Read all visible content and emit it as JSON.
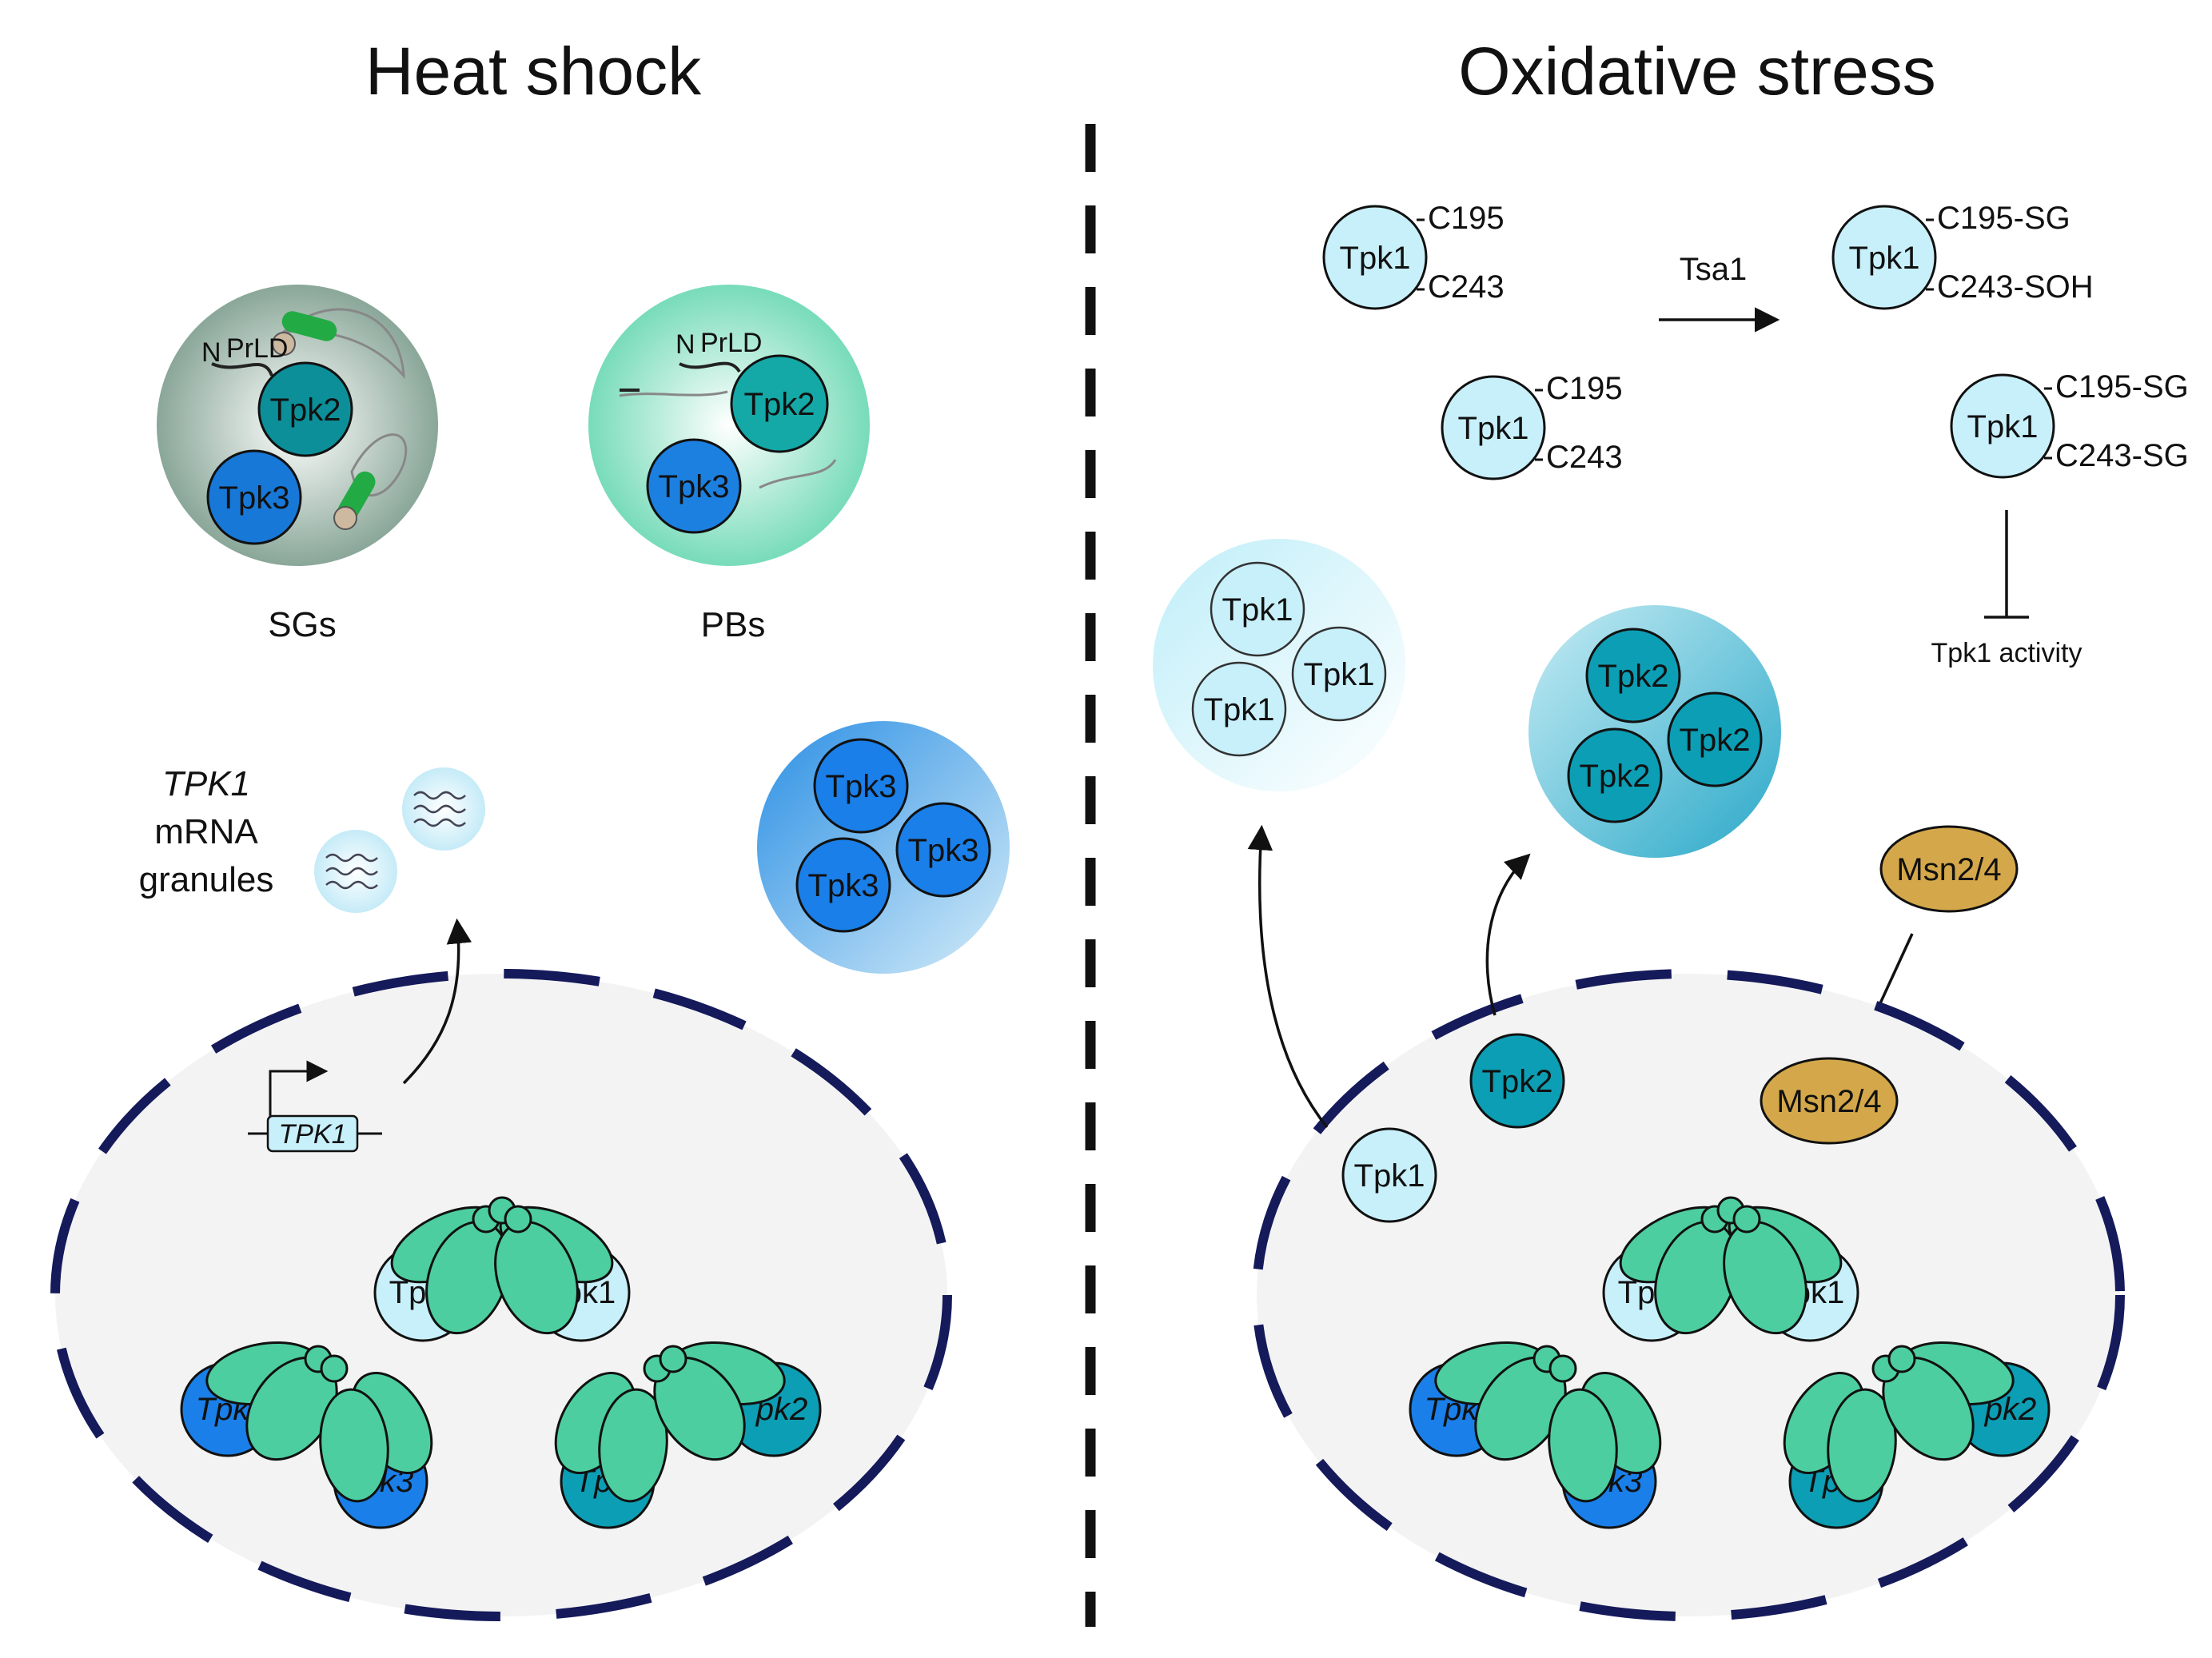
{
  "panels": {
    "left": {
      "title": "Heat shock",
      "stress_granules": {
        "label": "SGs",
        "prld_n": "N",
        "prld": "PrLD",
        "protein_a": "Tpk2",
        "protein_b": "Tpk3"
      },
      "p_bodies": {
        "label": "PBs",
        "prld_n": "N",
        "prld": "PrLD",
        "protein_a": "Tpk2",
        "protein_b": "Tpk3"
      },
      "mrna_granules": {
        "gene": "TPK1",
        "line2": "mRNA",
        "line3": "granules"
      },
      "tpk3_cluster": [
        "Tpk3",
        "Tpk3",
        "Tpk3"
      ],
      "gene_box": "TPK1",
      "holoenzymes": {
        "top_left": "Tpk",
        "top_right": "pk1",
        "bl_left": "Tpk",
        "bl_right": "pk3",
        "br_left": "Tpk",
        "br_right": "pk2"
      }
    },
    "right": {
      "title": "Oxidative stress",
      "redox": {
        "protein": "Tpk1",
        "c195": "C195",
        "c243": "C243",
        "enzyme": "Tsa1",
        "c195_sg": "C195-SG",
        "c243_soh": "C243-SOH",
        "c243_sg": "C243-SG",
        "inhibition_target": "Tpk1 activity"
      },
      "tpk1_cluster": [
        "Tpk1",
        "Tpk1",
        "Tpk1"
      ],
      "tpk2_cluster": [
        "Tpk2",
        "Tpk2",
        "Tpk2"
      ],
      "msn_cytoplasm": "Msn2/4",
      "msn_nucleus": "Msn2/4",
      "nuclear_tpk2": "Tpk2",
      "nuclear_tpk1": "Tpk1",
      "holoenzymes": {
        "top_left": "Tpk",
        "top_right": "pk1",
        "bl_left": "Tpk",
        "bl_right": "pk3",
        "br_left": "Tpk",
        "br_right": "pk2"
      }
    }
  },
  "colors": {
    "tpk1": "#c8f0fa",
    "tpk2": "#0c9eb4",
    "tpk3": "#1a7fe8",
    "regulatory": "#4dcea0",
    "msn": "#d4a84a",
    "nucleus_border": "#141a5a",
    "nucleus_fill": "#f3f3f3",
    "divider": "#111111"
  }
}
